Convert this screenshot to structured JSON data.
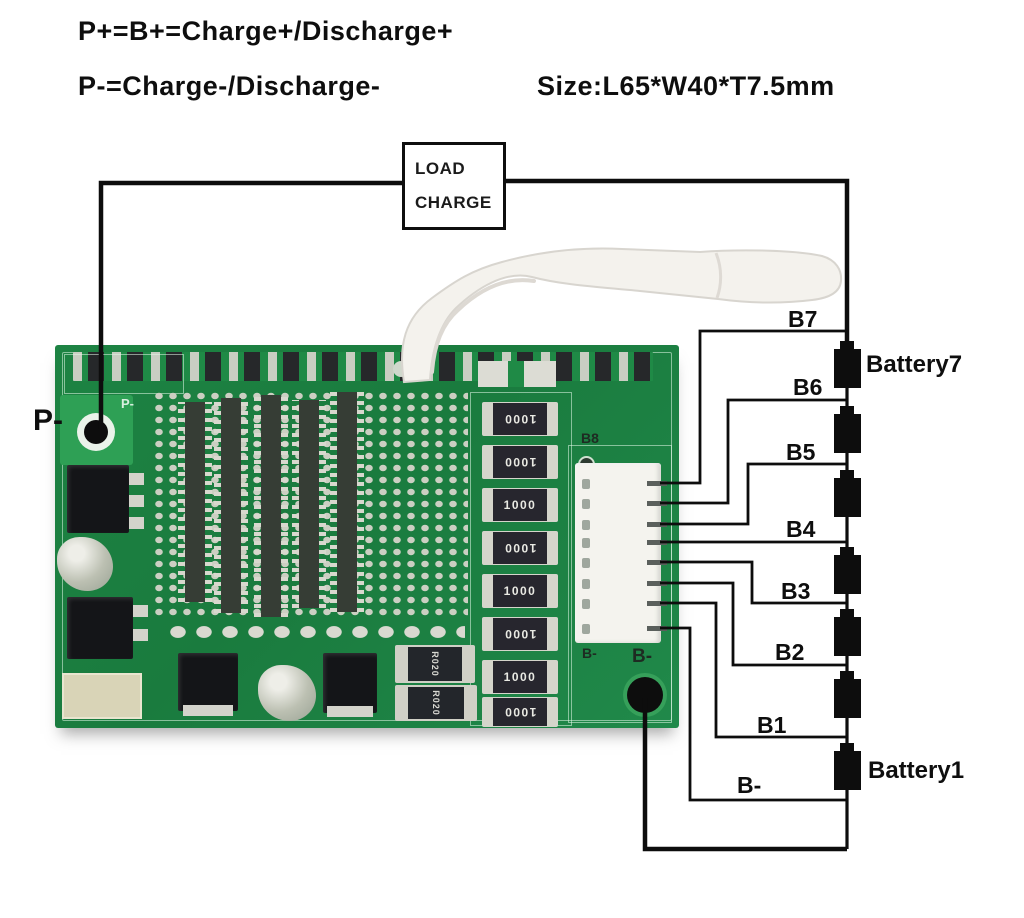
{
  "header": {
    "line1": "P+=B+=Charge+/Discharge+",
    "line2": "P-=Charge-/Discharge-",
    "size": "Size:L65*W40*T7.5mm"
  },
  "load_box": {
    "line1": "LOAD",
    "line2": "CHARGE"
  },
  "external_labels": {
    "p_minus_pad": "P-"
  },
  "board_silk": {
    "p_minus": "P-",
    "connector_name": "B8",
    "b_minus_small": "B-",
    "b_minus_large": "B-",
    "cap_value": "1000",
    "shunt_value": "R020"
  },
  "battery_chain": {
    "taps": {
      "b7": "B7",
      "b6": "B6",
      "b5": "B5",
      "b4": "B4",
      "b3": "B3",
      "b2": "B2",
      "b1": "B1",
      "b_minus": "B-"
    },
    "battery_top": "Battery7",
    "battery_bottom": "Battery1"
  },
  "colors": {
    "board_green": "#1d8343",
    "wire_black": "#0d0d0d",
    "pad_patch_green": "#2ea055"
  }
}
